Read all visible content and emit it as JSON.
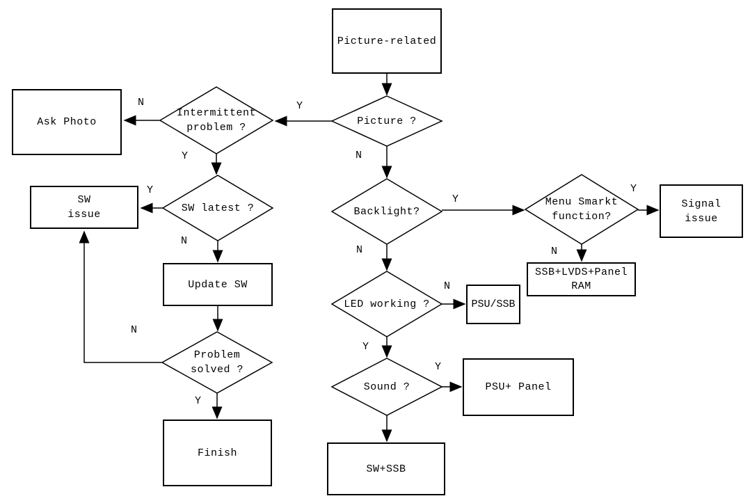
{
  "nodes": {
    "picture_related": {
      "label": "Picture-related"
    },
    "ask_photo": {
      "label": "Ask Photo"
    },
    "sw_issue": {
      "line1": "SW",
      "line2": "issue"
    },
    "update_sw": {
      "label": "Update SW"
    },
    "finish": {
      "label": "Finish"
    },
    "signal_issue": {
      "line1": "Signal",
      "line2": "issue"
    },
    "ssb_lvds_panel_ram": {
      "line1": "SSB+LVDS+Panel",
      "line2": "RAM"
    },
    "psu_ssb": {
      "label": "PSU/SSB"
    },
    "psu_panel": {
      "label": "PSU+ Panel"
    },
    "sw_ssb": {
      "label": "SW+SSB"
    },
    "picture": {
      "label": "Picture ?"
    },
    "intermittent_problem": {
      "line1": "Intermittent",
      "line2": "problem ?"
    },
    "sw_latest": {
      "label": "SW latest ?"
    },
    "problem_solved": {
      "line1": "Problem",
      "line2": "solved ?"
    },
    "backlight": {
      "label": "Backlight?"
    },
    "menu_smarkt": {
      "line1": "Menu Smarkt",
      "line2": "function?"
    },
    "led_working": {
      "label": "LED working ?"
    },
    "sound": {
      "label": "Sound ?"
    }
  },
  "edge_labels": {
    "picture_yes": "Y",
    "picture_no": "N",
    "intermittent_no": "N",
    "intermittent_yes": "Y",
    "sw_latest_yes": "Y",
    "sw_latest_no": "N",
    "problem_solved_no": "N",
    "problem_solved_yes": "Y",
    "backlight_yes": "Y",
    "backlight_no": "N",
    "menu_yes": "Y",
    "menu_no": "N",
    "led_no": "N",
    "led_yes": "Y",
    "sound_yes": "Y"
  },
  "colors": {
    "line": "#000000",
    "background": "#ffffff",
    "text": "#000000"
  }
}
